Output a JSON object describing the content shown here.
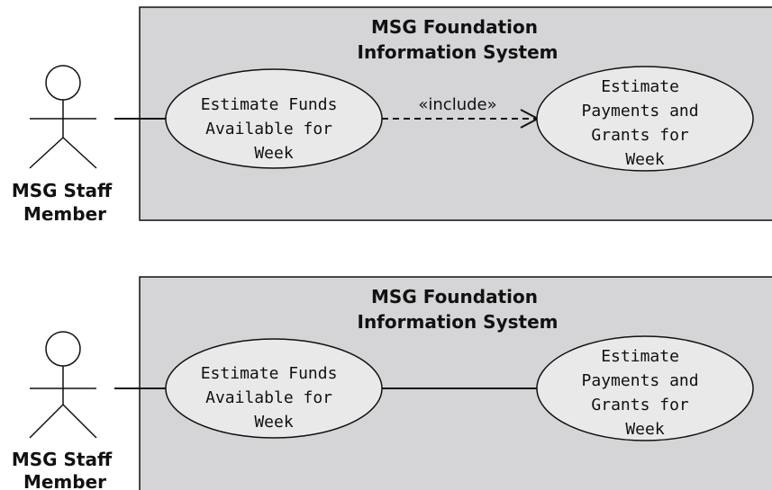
{
  "diagrams": [
    {
      "system": {
        "title_lines": [
          "MSG Foundation",
          "Information System"
        ]
      },
      "actor": {
        "label_lines": [
          "MSG Staff",
          "Member"
        ]
      },
      "use_case_left": {
        "lines": [
          "Estimate Funds",
          "Available for",
          "Week"
        ]
      },
      "use_case_right": {
        "lines": [
          "Estimate",
          "Payments and",
          "Grants for",
          "Week"
        ]
      },
      "relationship": {
        "label": "«include»",
        "style": "dashed-open-arrow"
      }
    },
    {
      "system": {
        "title_lines": [
          "MSG Foundation",
          "Information System"
        ]
      },
      "actor": {
        "label_lines": [
          "MSG Staff",
          "Member"
        ]
      },
      "use_case_left": {
        "lines": [
          "Estimate Funds",
          "Available for",
          "Week"
        ]
      },
      "use_case_right": {
        "lines": [
          "Estimate",
          "Payments and",
          "Grants for",
          "Week"
        ]
      },
      "relationship": {
        "label": "",
        "style": "solid-line"
      }
    }
  ],
  "colors": {
    "system_fill": "#d5d5d8",
    "use_case_fill": "#e9e9e9",
    "stroke": "#111111"
  }
}
